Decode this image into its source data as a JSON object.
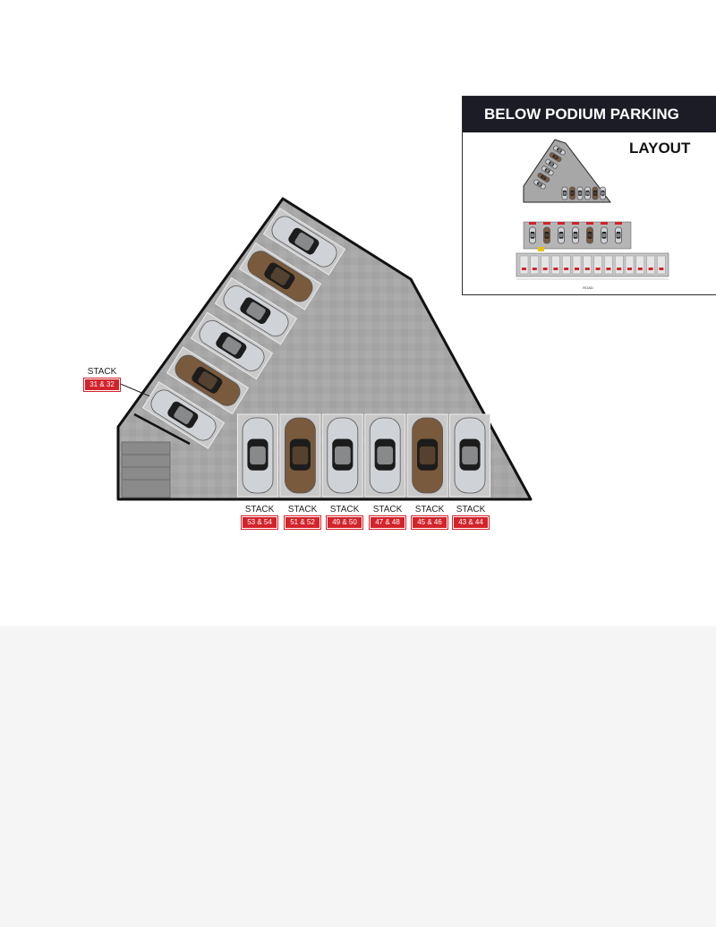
{
  "legend": {
    "title": "BELOW PODIUM PARKING",
    "subtitle": "LAYOUT",
    "mini_road_label": "ROAD"
  },
  "stacks": [
    {
      "word": "STACK",
      "numbers": "31 & 32"
    },
    {
      "word": "STACK",
      "numbers": "53 & 54"
    },
    {
      "word": "STACK",
      "numbers": "51 & 52"
    },
    {
      "word": "STACK",
      "numbers": "49 & 50"
    },
    {
      "word": "STACK",
      "numbers": "47 & 48"
    },
    {
      "word": "STACK",
      "numbers": "45 & 46"
    },
    {
      "word": "STACK",
      "numbers": "43 & 44"
    }
  ],
  "colors": {
    "floor": "#a7a7a7",
    "outline": "#111111",
    "car_silver": "#cfd2d6",
    "car_bronze": "#7a5a3c",
    "tag_red": "#d3232b",
    "legend_header": "#1b1c26"
  },
  "diagonal_cars": [
    "silver",
    "bronze",
    "silver",
    "silver",
    "bronze",
    "silver"
  ],
  "bottom_cars": [
    "silver",
    "bronze",
    "silver",
    "silver",
    "bronze",
    "silver"
  ]
}
